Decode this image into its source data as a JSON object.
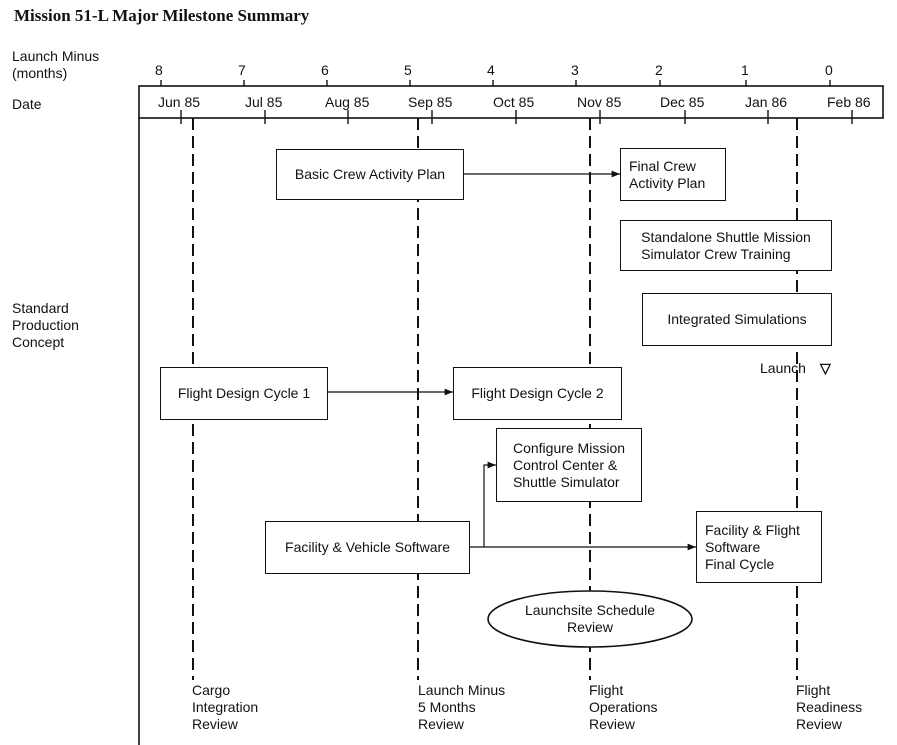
{
  "title": "Mission 51-L Major Milestone Summary",
  "header_labels": {
    "launch_minus": "Launch Minus\n(months)",
    "date": "Date",
    "concept": "Standard\nProduction\nConcept"
  },
  "months_minus": [
    "8",
    "7",
    "6",
    "5",
    "4",
    "3",
    "2",
    "1",
    "0"
  ],
  "dates": [
    "Jun 85",
    "Jul 85",
    "Aug 85",
    "Sep 85",
    "Oct 85",
    "Nov 85",
    "Dec 85",
    "Jan 86",
    "Feb 86"
  ],
  "boxes": {
    "basic_crew": "Basic Crew Activity Plan",
    "final_crew": "Final Crew\nActivity Plan",
    "standalone": "Standalone Shuttle Mission\nSimulator Crew Training",
    "integrated": "Integrated Simulations",
    "fdc1": "Flight Design Cycle 1",
    "fdc2": "Flight Design Cycle 2",
    "configure": "Configure Mission\nControl Center &\nShuttle Simulator",
    "facility_vehicle": "Facility & Vehicle Software",
    "facility_flight": "Facility & Flight\nSoftware\nFinal Cycle",
    "launchsite": "Launchsite Schedule\nReview"
  },
  "launch_label": "Launch",
  "launch_marker": "▽",
  "milestones": {
    "cargo": "Cargo\nIntegration\nReview",
    "launch_minus_5": "Launch Minus\n5 Months\nReview",
    "flight_ops": "Flight\nOperations\nReview",
    "flight_readiness": "Flight\nReadiness\nReview"
  }
}
